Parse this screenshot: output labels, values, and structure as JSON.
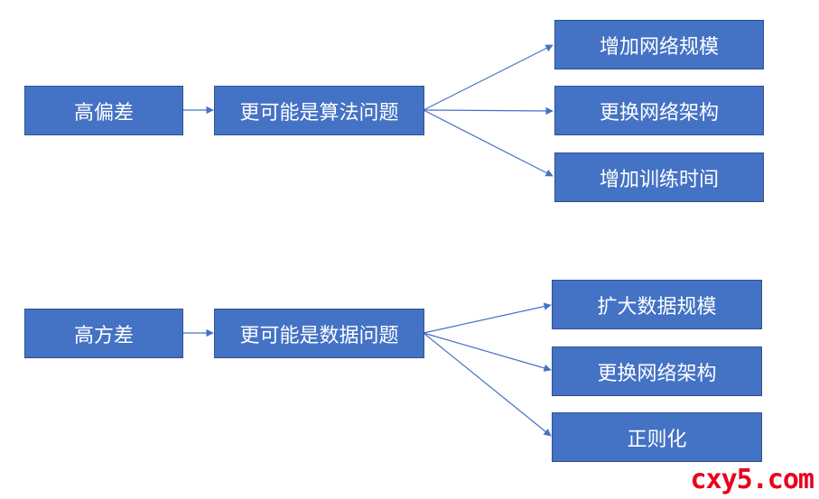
{
  "colors": {
    "node_fill": "#4472c4",
    "node_border": "#2f528f",
    "node_text": "#ffffff",
    "connector": "#4472c4",
    "watermark": "#e8001c"
  },
  "top": {
    "root": "高偏差",
    "cause": "更可能是算法问题",
    "solutions": [
      "增加网络规模",
      "更换网络架构",
      "增加训练时间"
    ]
  },
  "bottom": {
    "root": "高方差",
    "cause": "更可能是数据问题",
    "solutions": [
      "扩大数据规模",
      "更换网络架构",
      "正则化"
    ]
  },
  "watermark": {
    "text": "cxy5.com"
  }
}
